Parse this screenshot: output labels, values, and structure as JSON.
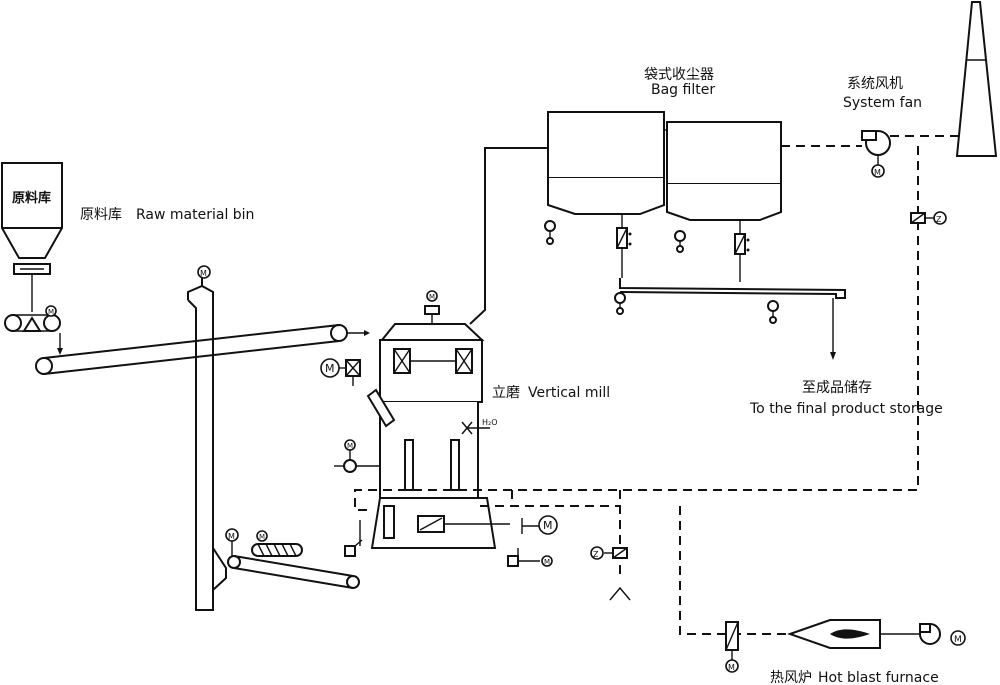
{
  "raw_bin": {
    "tag": "原料库",
    "label_cn": "原料库",
    "label_en": "Raw material bin"
  },
  "bag_filter": {
    "label_cn": "袋式收尘器",
    "label_en": "Bag filter"
  },
  "system_fan": {
    "label_cn": "系统风机",
    "label_en": "System fan"
  },
  "vertical_mill": {
    "label_cn": "立磨",
    "label_en": "Vertical mill",
    "water_tag": "H₂O"
  },
  "final_storage": {
    "label_cn": "至成品储存",
    "label_en": "To the final product storage"
  },
  "hot_blast_furnace": {
    "label_cn": "热风炉",
    "label_en": "Hot blast furnace"
  },
  "symbols": {
    "motor": "M",
    "damper": "Z"
  }
}
